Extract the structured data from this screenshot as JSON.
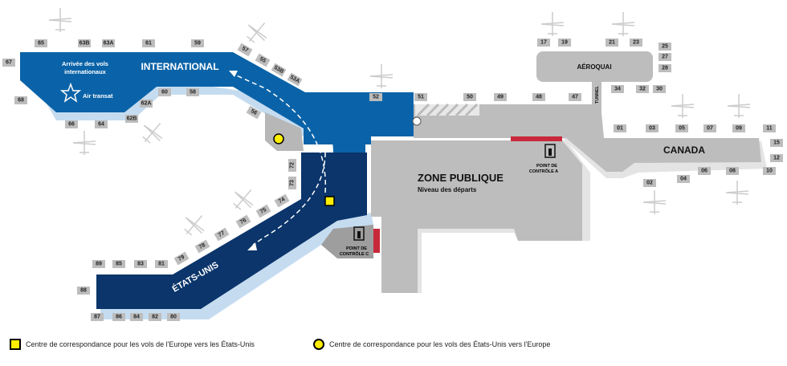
{
  "zones": {
    "international": "INTERNATIONAL",
    "arrivals_line1": "Arrivée des vols",
    "arrivals_line2": "internationaux",
    "airline_logo": "Air transat",
    "us": "ÉTATS-UNIS",
    "canada": "CANADA",
    "aeroquai": "AÉROQUAI",
    "tunnel": "TUNNEL",
    "public_zone": "ZONE PUBLIQUE",
    "public_zone_sub": "Niveau des départs",
    "checkpoint_a_1": "POINT DE",
    "checkpoint_a_2": "CONTRÔLE A",
    "checkpoint_c_1": "POINT DE",
    "checkpoint_c_2": "CONTRÔLE C"
  },
  "gates": [
    "65",
    "63B",
    "63A",
    "61",
    "59",
    "67",
    "68",
    "66",
    "64",
    "62B",
    "62A",
    "60",
    "58",
    "57",
    "55",
    "53B",
    "53A",
    "56",
    "52",
    "51",
    "50",
    "49",
    "48",
    "47",
    "17",
    "19",
    "21",
    "23",
    "25",
    "27",
    "28",
    "34",
    "32",
    "30",
    "01",
    "03",
    "05",
    "07",
    "09",
    "11",
    "15",
    "12",
    "10",
    "08",
    "06",
    "04",
    "02",
    "72",
    "73",
    "74",
    "75",
    "76",
    "77",
    "78",
    "79",
    "81",
    "83",
    "85",
    "89",
    "88",
    "87",
    "86",
    "84",
    "82",
    "80"
  ],
  "legend": [
    {
      "symbol": "square",
      "text": "Centre de correspondance pour les vols de l'Europe vers les États-Unis"
    },
    {
      "symbol": "circle",
      "text": "Centre de correspondance pour les vols des États-Unis vers l'Europe"
    }
  ],
  "colors": {
    "international": "#0a63a8",
    "us": "#0b356b",
    "border": "#c5dcf0",
    "gray": "#bdbdbd",
    "hub": "#ffee00",
    "checkpoint": "#c8283c"
  }
}
